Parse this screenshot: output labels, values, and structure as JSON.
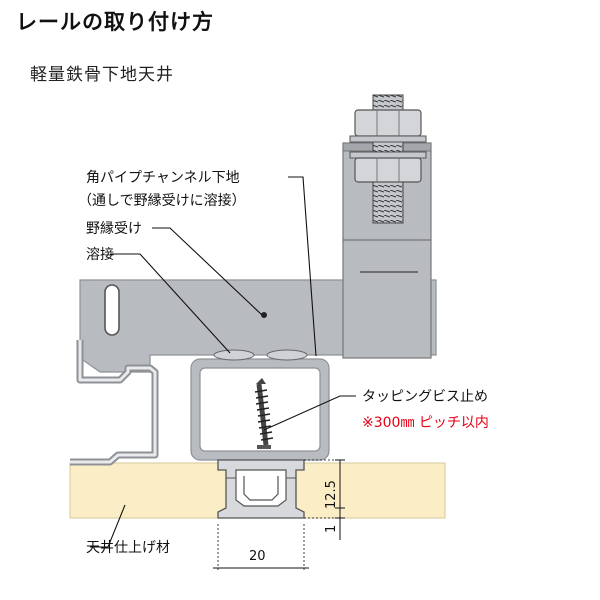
{
  "title": "レールの取り付け方",
  "subtitle": "軽量鉄骨下地天井",
  "labels": {
    "pipe_line1": "角パイプチャンネル下地",
    "pipe_line2": "（通しで野縁受けに溶接）",
    "nobuchi": "野縁受け",
    "weld": "溶接",
    "screw": "タッピングビス止め",
    "pitch": "※300㎜ ピッチ以内",
    "ceiling": "天井仕上げ材"
  },
  "dimensions": {
    "width": "20",
    "height": "12.5",
    "gap": "1"
  },
  "colors": {
    "steel": "#b9bcc1",
    "steel_dark": "#8e9297",
    "ceiling": "#fbeec7",
    "red": "#e60012"
  }
}
